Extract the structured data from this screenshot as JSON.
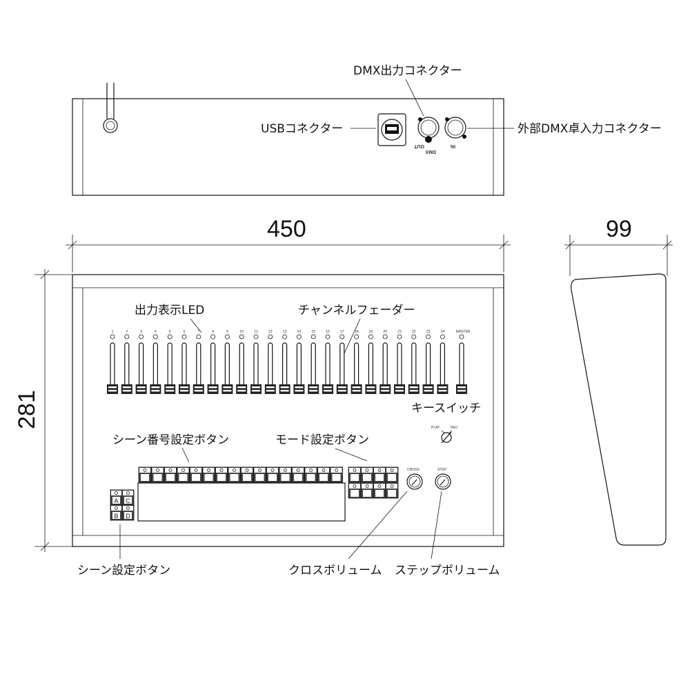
{
  "labels": {
    "dmx_out": "DMX出力コネクター",
    "usb": "USBコネクター",
    "dmx_in": "外部DMX卓入力コネクター",
    "output_led": "出力表示LED",
    "channel_fader": "チャンネルフェーダー",
    "key_switch": "キースイッチ",
    "scene_number_buttons": "シーン番号設定ボタン",
    "mode_buttons": "モード設定ボタン",
    "scene_buttons": "シーン設定ボタン",
    "cross_volume": "クロスボリューム",
    "step_volume": "ステップボリューム"
  },
  "dimensions": {
    "width": "450",
    "height": "281",
    "depth": "99"
  },
  "connector_marks": {
    "out": "OUT",
    "in": "IN",
    "dmx": "DMX"
  },
  "faders": [
    "1",
    "2",
    "3",
    "4",
    "5",
    "6",
    "7",
    "8",
    "9",
    "10",
    "11",
    "12",
    "13",
    "14",
    "15",
    "16",
    "17",
    "18",
    "19",
    "20",
    "21",
    "22",
    "23",
    "24"
  ],
  "master": "MASTER",
  "key_positions": {
    "play": "PLAY",
    "rec": "REC"
  },
  "knobs": {
    "cross": "CROSS",
    "step": "STEP"
  },
  "scene_letters": [
    "A",
    "C",
    "B",
    "D"
  ],
  "scene_number_button_count": 16,
  "mode_button_count": 8
}
